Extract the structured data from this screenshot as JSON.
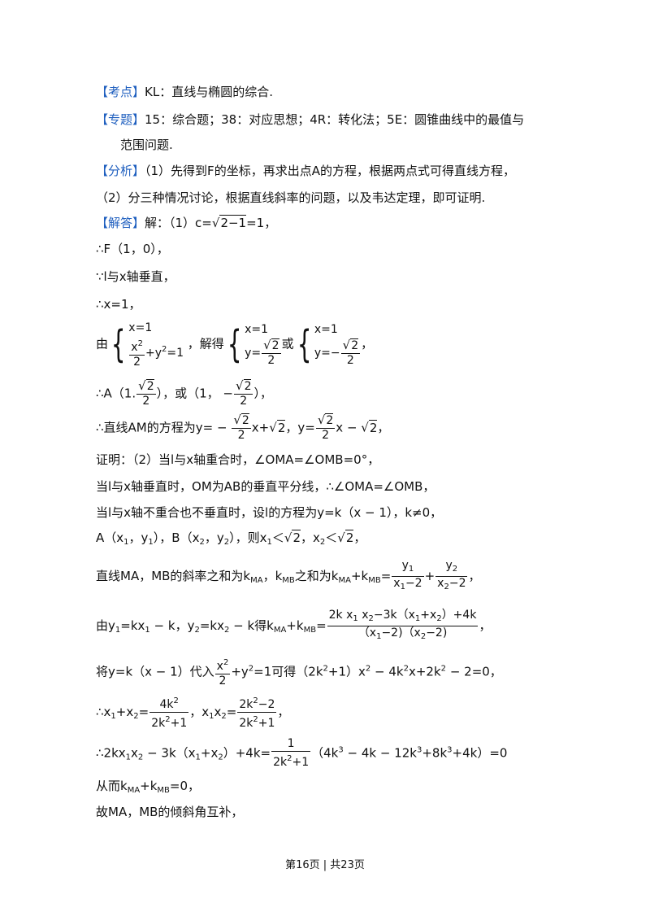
{
  "kaodian": {
    "tag": "【考点】",
    "text": "KL：直线与椭圆的综合."
  },
  "zhuanti": {
    "tag": "【专题】",
    "text": "15：综合题；38：对应思想；4R：转化法；5E：圆锥曲线中的最值与",
    "text2": "范围问题."
  },
  "fenxi": {
    "tag": "【分析】",
    "text": "（1）先得到F的坐标，再求出点A的方程，根据两点式可得直线方程，",
    "text2": "（2）分三种情况讨论，根据直线斜率的问题，以及韦达定理，即可证明."
  },
  "jieda": {
    "tag": "【解答】",
    "text": "解：（1）c=",
    "rad": "2−1",
    "tail": "=1，"
  },
  "l1": "∴F（1，0），",
  "l2": "∵l与x轴垂直，",
  "l3": "∴x=1，",
  "l4": {
    "you": "由",
    "x1": "x=1",
    "x2": "x",
    "two": "2",
    "plus": "+y",
    "eq1": "=1",
    "jiede": "，解得",
    "y1": "y=",
    "r2": "2",
    "huo": "或",
    "y2": "y=−",
    "end": "，"
  },
  "l5": {
    "a": "∴A（1.",
    "mid": "），或（1，  −",
    "end": "），"
  },
  "l6": {
    "a": "∴直线AM的方程为y= − ",
    "b": "x+",
    "c": "，y=",
    "d": "x − ",
    "e": "，"
  },
  "l7": "证明：（2）当l与x轴重合时，∠OMA=∠OMB=0°，",
  "l8": "当l与x轴垂直时，OM为AB的垂直平分线，∴∠OMA=∠OMB，",
  "l9": "当l与x轴不重合也不垂直时，设l的方程为y=k（x − 1），k≠0，",
  "l10": {
    "a": "A（x",
    "b": "，y",
    "c": "），B（x",
    "d": "，y",
    "e": "），则x",
    "f": "＜",
    "g": "，x",
    "h": "＜",
    "i": "，"
  },
  "l11": {
    "a": "直线MA，MB的斜率之和为k",
    "ma": "MA",
    "b": "，k",
    "mb": "MB",
    "c": "之和为k",
    "d": "+k",
    "e": "=",
    "n1": "y",
    "d1": "x",
    "m2": "−2",
    "plus": "+",
    "end": "，"
  },
  "l12": {
    "a": "由y",
    "b": "=kx",
    "c": " − k，y",
    "d": "=kx",
    "e": " − k得k",
    "f": "+k",
    "g": "=",
    "num": "2k x",
    "num2": " x",
    "num3": "−3k（x",
    "num4": "+x",
    "num5": "）+4k",
    "den": "（x",
    "den2": "−2)（x",
    "den3": "−2)",
    "end": "，"
  },
  "l13": {
    "a": "将y=k（x − 1）代入",
    "x": "x",
    "two": "2",
    "b": "+y",
    "c": "=1可得（2k",
    "d": "+1）x",
    "e": " − 4k",
    "f": "x+2k",
    "g": " − 2=0，"
  },
  "l14": {
    "a": "∴x",
    "b": "+x",
    "c": "=",
    "n1": "4k",
    "d1": "2k",
    "d1b": "+1",
    "d": "，x",
    "e": "x",
    "f": "=",
    "n2": "2k",
    "n2b": "−2",
    "end": "，"
  },
  "l15": {
    "a": "∴2kx",
    "b": "x",
    "c": " − 3k（x",
    "d": "+x",
    "e": "）+4k=",
    "one": "1",
    "f": "（4k",
    "g": " − 4k − 12k",
    "h": "+8k",
    "i": "+4k）=0"
  },
  "l16": {
    "a": "从而k",
    "b": "+k",
    "c": "=0，"
  },
  "l17": "故MA，MB的倾斜角互补，",
  "footer": "第16页 | 共23页",
  "subs": {
    "s1": "1",
    "s2": "2",
    "s3": "3"
  }
}
